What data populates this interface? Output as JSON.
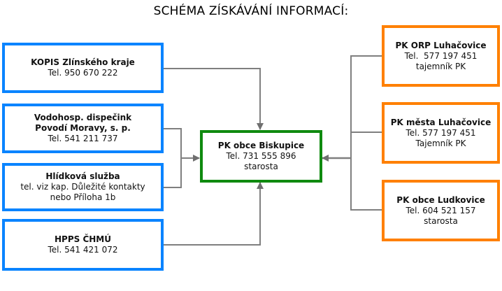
{
  "title": "SCHÉMA ZÍSKÁVÁNÍ INFORMACÍ:",
  "colors": {
    "source_border": "#0a84ff",
    "center_border": "#0f8a0f",
    "peer_border": "#ff8000",
    "connector": "#7f7f7f"
  },
  "sources": [
    {
      "name": "KOPIS Zlínského kraje",
      "lines": [
        "Tel. 950 670 222"
      ]
    },
    {
      "name": "Vodohosp. dispečink",
      "name2": "Povodí Moravy, s. p.",
      "lines": [
        "Tel. 541 211 737"
      ]
    },
    {
      "name": "Hlídková služba",
      "lines": [
        "tel. viz kap. Důležité kontakty",
        "nebo Příloha 1b"
      ]
    },
    {
      "name": "HPPS ČHMÚ",
      "lines": [
        "Tel. 541 421 072"
      ]
    }
  ],
  "center": {
    "name": "PK obce Biskupice",
    "lines": [
      "Tel. 731 555 896",
      "starosta"
    ]
  },
  "peers": [
    {
      "name": "PK ORP Luhačovice",
      "lines": [
        "Tel.  577 197 451",
        "tajemník PK"
      ]
    },
    {
      "name": "PK města Luhačovice",
      "lines": [
        "Tel. 577 197 451",
        "Tajemník PK"
      ]
    },
    {
      "name": "PK obce Ludkovice",
      "lines": [
        "Tel. 604 521 157",
        "starosta"
      ]
    }
  ]
}
